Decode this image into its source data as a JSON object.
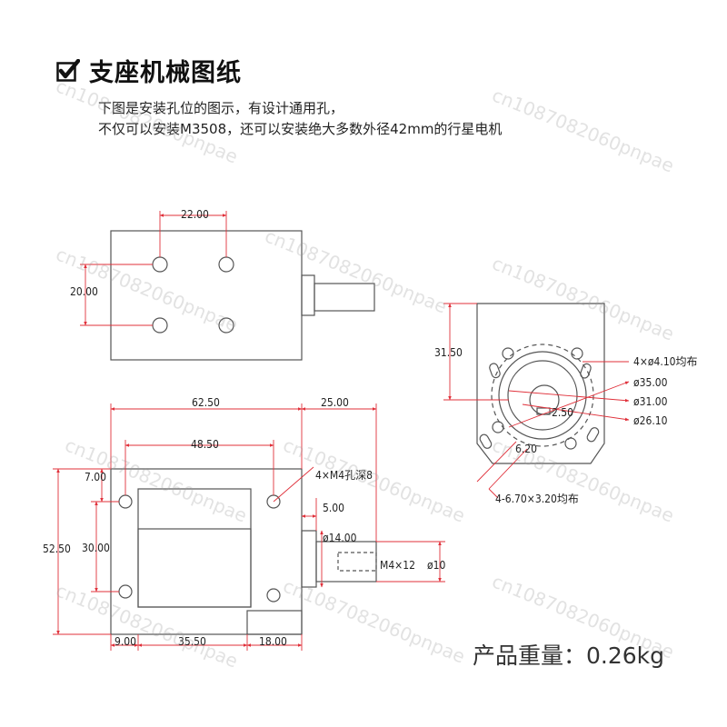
{
  "header": {
    "title": "支座机械图纸",
    "icon": "checkbox-check-icon"
  },
  "description": {
    "line1": "下图是安装孔位的图示，有设计通用孔，",
    "line2": "不仅可以安装M3508，还可以安装绝大多数外径42mm的行星电机"
  },
  "watermark": "cn1087082060pnpae",
  "dims": {
    "top_view": {
      "hole_spacing_x": "22.00",
      "hole_spacing_y": "20.00"
    },
    "front_view": {
      "overall_w": "62.50",
      "shaft_len": "25.00",
      "hole_span": "48.50",
      "thread_note": "4×M4孔深8",
      "top_offset": "7.00",
      "hole_span_v": "30.00",
      "height": "52.50",
      "shaft_step": "5.00",
      "shaft_dia": "ø14.00",
      "thread": "M4×12",
      "end_dia": "ø10",
      "left_offset": "9.00",
      "mid_width": "35.50",
      "right_width": "18.00"
    },
    "side_view": {
      "height": "31.50",
      "holes": "4×ø4.10均布",
      "pcd": "ø35.00",
      "bore": "ø31.00",
      "key": "2.50",
      "hub": "ø26.10",
      "angle": "6.20",
      "slots": "4-6.70×3.20均布"
    }
  },
  "footer": {
    "weight": "产品重量：0.26kg"
  },
  "colors": {
    "dim_line": "#e0303a",
    "outline": "#555555"
  }
}
